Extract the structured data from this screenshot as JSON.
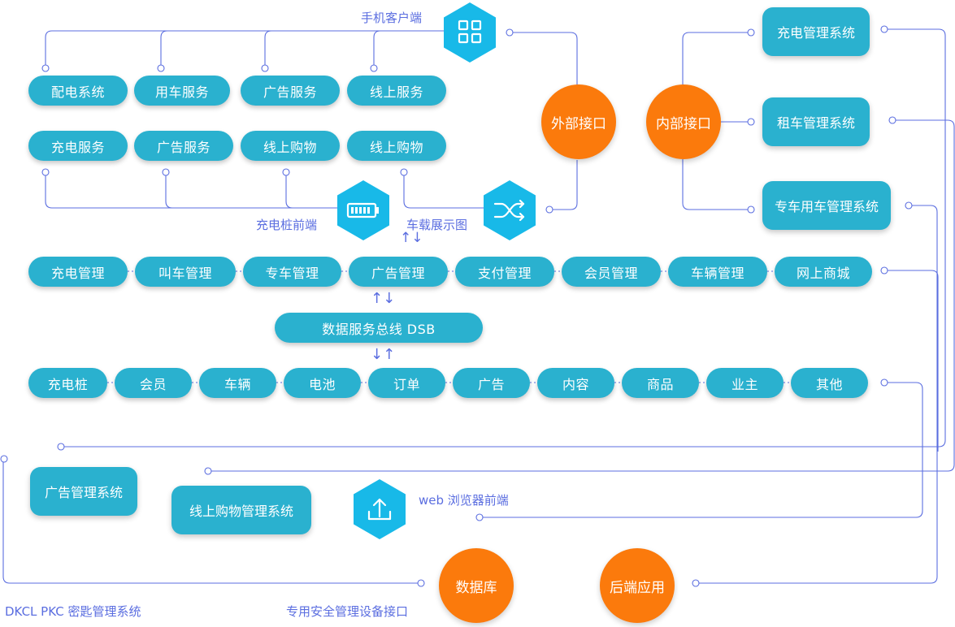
{
  "interfaces": {
    "external": "外部接口",
    "internal": "内部接口"
  },
  "hex_labels": {
    "mobile_client": "手机客户端",
    "charging_pile_frontend": "充电桩前端",
    "vehicle_display": "车载展示图",
    "web_frontend": "web 浏览器前端"
  },
  "mobile_services": [
    "配电系统",
    "用车服务",
    "广告服务",
    "线上服务"
  ],
  "vehicle_services": [
    "充电服务",
    "广告服务",
    "线上购物",
    "线上购物"
  ],
  "management_modules": [
    "充电管理",
    "叫车管理",
    "专车管理",
    "广告管理",
    "支付管理",
    "会员管理",
    "车辆管理",
    "网上商城"
  ],
  "bus": "数据服务总线 DSB",
  "data_entities": [
    "充电桩",
    "会员",
    "车辆",
    "电池",
    "订单",
    "广告",
    "内容",
    "商品",
    "业主",
    "其他"
  ],
  "internal_systems": [
    "充电管理系统",
    "租车管理系统",
    "专车用车管理系统"
  ],
  "bottom_systems": {
    "ad_management": "广告管理系统",
    "online_shopping_management": "线上购物管理系统"
  },
  "storage": {
    "database": "数据库",
    "backend": "后端应用"
  },
  "footer_labels": {
    "dkcl": "DKCL PKC 密匙管理系统",
    "security_interface": "专用安全管理设备接口"
  },
  "arrow_glyphs": {
    "up_down": "↑↓",
    "up_down_2": "↑↓",
    "down_up": "↓↑"
  },
  "icons": [
    "grid-icon",
    "battery-icon",
    "shuffle-icon",
    "upload-icon"
  ],
  "colors": {
    "pill": "#2ab1cf",
    "hex": "#18b9e8",
    "circle": "#fb7a0c",
    "line": "#5b6ee0"
  }
}
